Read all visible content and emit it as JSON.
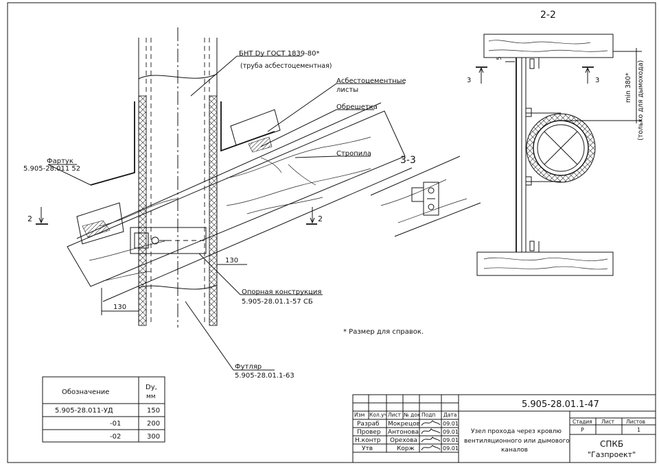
{
  "drawing": {
    "section_2_2": "2-2",
    "section_3_3": "3-3",
    "cut_mark": "2",
    "cut_mark_3": "3",
    "labels": {
      "pipe_line1": "БНТ Dy ГОСТ 1839-80*",
      "pipe_line2": "(труба асбестоцементная)",
      "asb_line1": "Асбестоцементные",
      "asb_line2": "листы",
      "batten": "Обрешетка",
      "rafter": "Стропила",
      "apron_line1": "Фартук",
      "apron_line2": "5.905-28.011 52",
      "support_line1": "Опорная конструкция",
      "support_line2": "5.905-28.01.1-57 СБ",
      "sleeve_line1": "Футляр",
      "sleeve_line2": "5.905-28.01.1-63"
    },
    "dims": {
      "d130_left": "130",
      "d130_right": "130",
      "d5": "5",
      "min_line1": "min 380*",
      "min_line2": "(только для дымохода)"
    },
    "note": "* Размер для справок."
  },
  "spec_table": {
    "header_designation": "Обозначение",
    "header_dy_line1": "Dy,",
    "header_dy_line2": "мм",
    "rows": [
      {
        "designation": "5.905-28.011-УД",
        "dy": "150"
      },
      {
        "designation": "-01",
        "dy": "200"
      },
      {
        "designation": "-02",
        "dy": "300"
      }
    ]
  },
  "title_block": {
    "code": "5.905-28.01.1-47",
    "col_headers": [
      "Изм",
      "Кол.уч",
      "Лист",
      "№ док",
      "Подп",
      "Дата"
    ],
    "roles": [
      {
        "role": "Разраб",
        "name": "Мокрецов",
        "date": "09.01"
      },
      {
        "role": "Провер",
        "name": "Антонова",
        "date": "09.01"
      },
      {
        "role": "Н.контр",
        "name": "Орехова",
        "date": "09.01"
      },
      {
        "role": "Утв",
        "name": "Корж",
        "date": "09.01"
      }
    ],
    "title_line1": "Узел прохода через кровлю",
    "title_line2": "вентиляционного или дымового",
    "title_line3": "каналов",
    "stage_header": "Стадия",
    "sheet_header": "Лист",
    "sheets_header": "Листов",
    "stage_value": "Р",
    "sheets_value": "1",
    "org_line1": "СПКБ",
    "org_line2": "\"Газпроект\""
  }
}
